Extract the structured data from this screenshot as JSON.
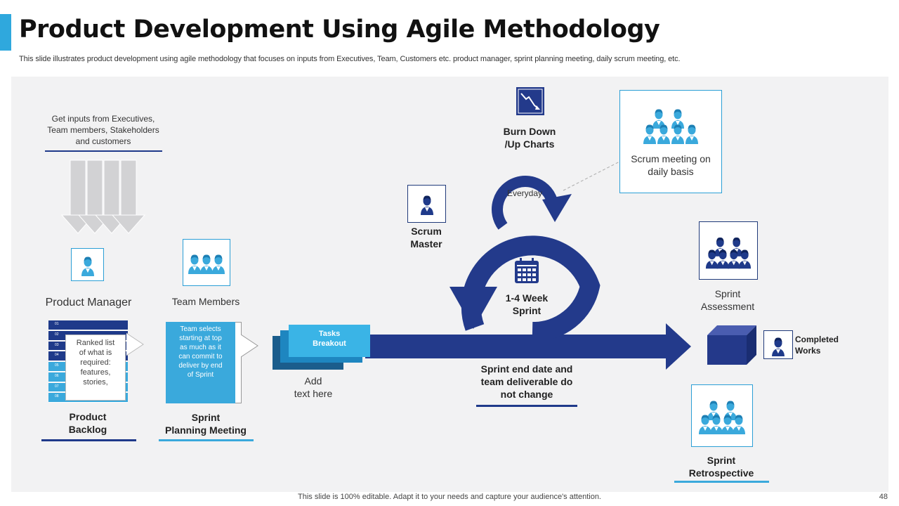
{
  "header": {
    "title": "Product Development Using Agile Methodology",
    "subtitle": "This slide illustrates product development using agile methodology that focuses on inputs from Executives, Team, Customers etc. product manager, sprint planning meeting, daily scrum meeting, etc."
  },
  "inputs": {
    "line1": "Get inputs from Executives,",
    "line2": "Team  members, Stakeholders",
    "line3": "and customers"
  },
  "product_manager": {
    "label": "Product Manager"
  },
  "team_members": {
    "label": "Team Members"
  },
  "backlog": {
    "rows": [
      "01",
      "02",
      "03",
      "04",
      "05",
      "06",
      "07",
      "08"
    ],
    "callout": [
      "Ranked list",
      "of what is",
      "required:",
      "features,",
      "stories,"
    ],
    "label_line1": "Product",
    "label_line2": "Backlog"
  },
  "sprint_planning": {
    "box_text": [
      "Team selects",
      "starting at top",
      "as much as it",
      "can commit  to",
      "deliver by end",
      "of Sprint"
    ],
    "label_line1": "Sprint",
    "label_line2": "Planning Meeting"
  },
  "tasks": {
    "line1": "Tasks",
    "line2": "Breakout",
    "add_line1": "Add",
    "add_line2": "text here"
  },
  "scrum_master": {
    "line1": "Scrum",
    "line2": "Master"
  },
  "burn_down": {
    "line1": "Burn Down",
    "line2": "/Up Charts"
  },
  "everyday": "Everyday",
  "sprint_cycle": {
    "line1": "1-4 Week",
    "line2": "Sprint"
  },
  "scrum_meeting": {
    "line1": "Scrum meeting on",
    "line2": "daily basis"
  },
  "sprint_end": {
    "line1": "Sprint end date and",
    "line2": "team deliverable do",
    "line3": "not change"
  },
  "sprint_assessment": {
    "line1": "Sprint",
    "line2": "Assessment"
  },
  "completed_works": {
    "line1": "Completed",
    "line2": "Works"
  },
  "sprint_retrospective": {
    "line1": "Sprint",
    "line2": "Retrospective"
  },
  "footer": {
    "text": "This slide is 100% editable. Adapt it to your needs and capture your audience's attention.",
    "page": "48"
  },
  "colors": {
    "navy": "#1f3a8a",
    "light_blue": "#3aa9dc",
    "panel": "#f2f2f3",
    "accent": "#2fa8dd"
  }
}
